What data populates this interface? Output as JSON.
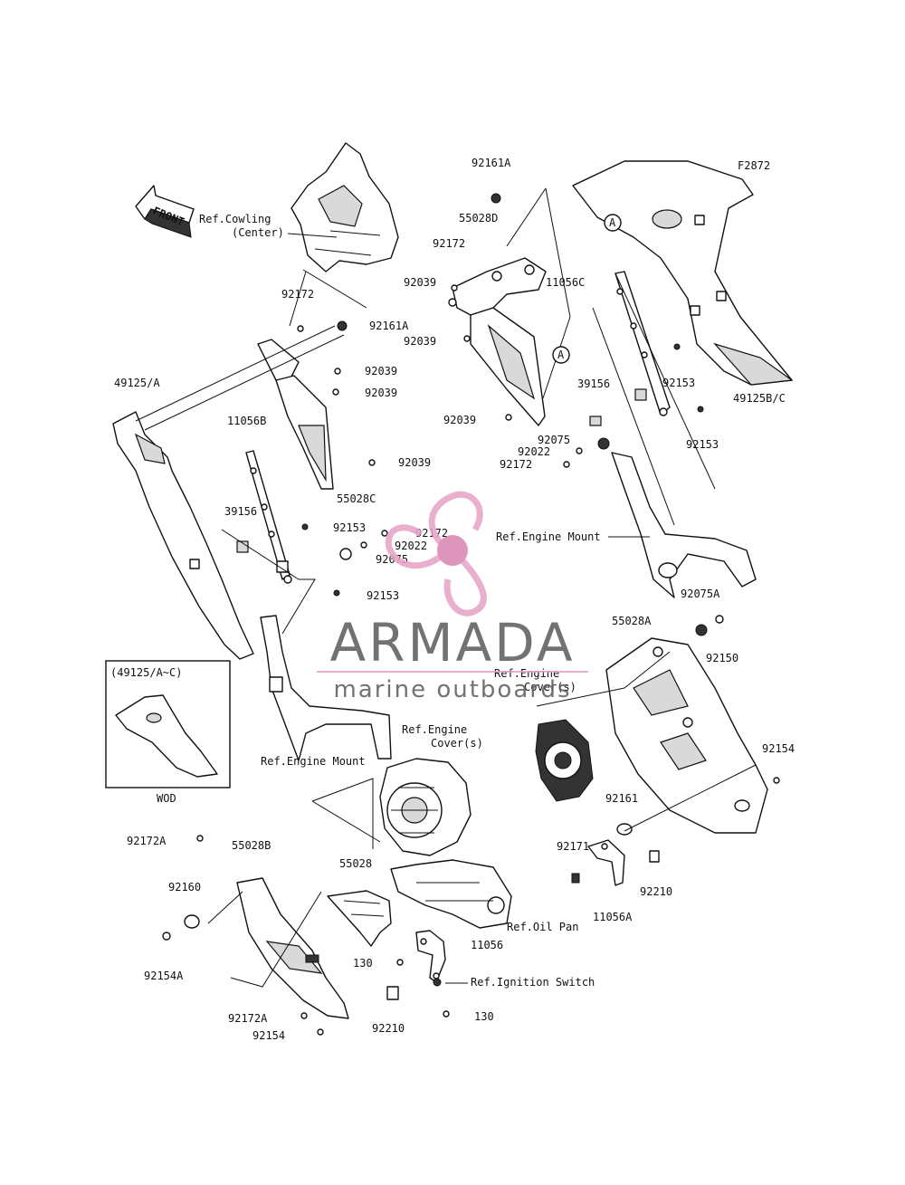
{
  "figure_code": "F2872",
  "front_arrow": "FRONT",
  "inset": {
    "title": "(49125/A~C)",
    "caption": "WOD"
  },
  "references": {
    "cowling_center": [
      "Ref.Cowling",
      "(Center)"
    ],
    "engine_mount_upper": "Ref.Engine Mount",
    "engine_mount_lower": "Ref.Engine Mount",
    "engine_covers_left": [
      "Ref.Engine",
      "Cover(s)"
    ],
    "engine_covers_right": [
      "Ref.Engine",
      "Cover(s)"
    ],
    "oil_pan": "Ref.Oil Pan",
    "ignition_switch": "Ref.Ignition Switch"
  },
  "circle_marker": "A",
  "parts": {
    "p92161A_top": "92161A",
    "p55028D": "55028D",
    "p92172_top": "92172",
    "p92039_r1": "92039",
    "p92039_r2": "92039",
    "p92039_r3": "92039",
    "p11056C": "11056C",
    "p39156_r": "39156",
    "p92153_r1": "92153",
    "p92153_r2": "92153",
    "p49125BC": "49125B/C",
    "p92075_r": "92075",
    "p92022_r": "92022",
    "p92172_r": "92172",
    "p92172_l": "92172",
    "p92161A_l": "92161A",
    "p49125A": "49125/A",
    "p92039_l1": "92039",
    "p92039_l2": "92039",
    "p92039_l3": "92039",
    "p11056B": "11056B",
    "p55028C": "55028C",
    "p39156_l": "39156",
    "p92153_l1": "92153",
    "p92172_l2": "92172",
    "p92022_l": "92022",
    "p92075_l": "92075",
    "p92153_l2": "92153",
    "p55028A": "55028A",
    "p92075A": "92075A",
    "p92150": "92150",
    "p92154_r": "92154",
    "p92161": "92161",
    "p92171": "92171",
    "p92210_r": "92210",
    "p11056A": "11056A",
    "p92172A_1": "92172A",
    "p55028B": "55028B",
    "p55028": "55028",
    "p92160": "92160",
    "p92154A": "92154A",
    "p11056": "11056",
    "p130_1": "130",
    "p130_2": "130",
    "p92172A_2": "92172A",
    "p92154_b": "92154",
    "p92210_b": "92210"
  },
  "watermark": {
    "brand": "ARMADA",
    "tagline": "marine outboards",
    "colors": {
      "brand_text": "#5f5f5f",
      "accent": "#e8a3c8",
      "accent_dark": "#d987b3"
    }
  }
}
